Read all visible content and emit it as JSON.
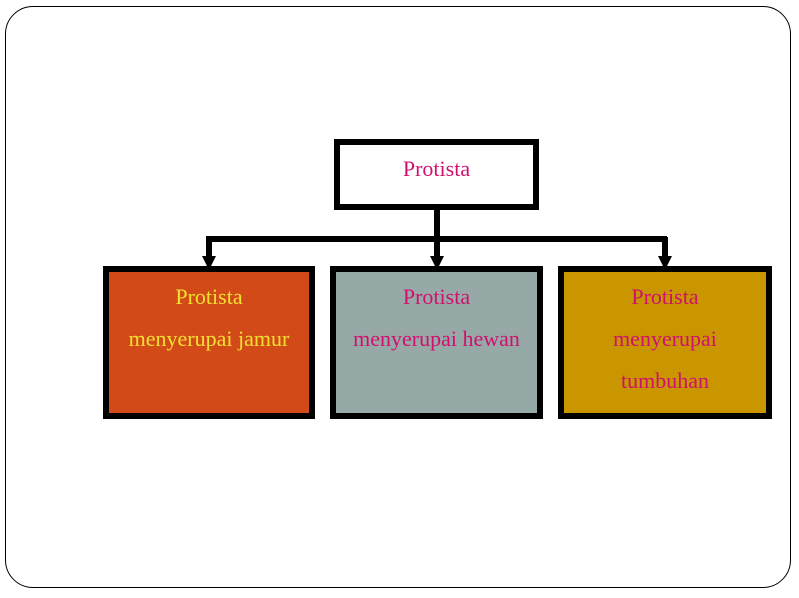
{
  "diagram": {
    "root": {
      "label": "Protista",
      "text_color": "#d0106e",
      "fill": "#ffffff"
    },
    "children": [
      {
        "line1": "Protista",
        "line2": "menyerupai jamur",
        "line3": "",
        "fill": "#d24a18",
        "text_color": "#f2e030"
      },
      {
        "line1": "Protista",
        "line2": "menyerupai hewan",
        "line3": "",
        "fill": "#97a9a7",
        "text_color": "#d0106e"
      },
      {
        "line1": "Protista",
        "line2": "menyerupai",
        "line3": "tumbuhan",
        "fill": "#c99600",
        "text_color": "#d0106e"
      }
    ],
    "connector_color": "#000000"
  }
}
